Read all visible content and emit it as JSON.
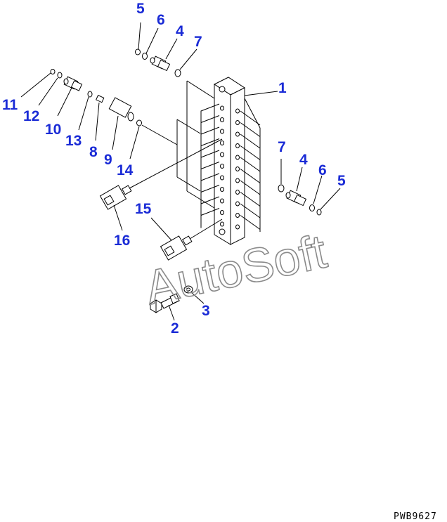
{
  "callouts": {
    "c1": "1",
    "c2": "2",
    "c3": "3",
    "c4a": "4",
    "c4b": "4",
    "c5a": "5",
    "c5b": "5",
    "c6a": "6",
    "c6b": "6",
    "c7a": "7",
    "c7b": "7",
    "c8": "8",
    "c9": "9",
    "c10": "10",
    "c11": "11",
    "c12": "12",
    "c13": "13",
    "c14": "14",
    "c15": "15",
    "c16": "16"
  },
  "watermark": "AutoSoft",
  "drawing_code": "PWB9627",
  "colors": {
    "callout": "#1a2bd6",
    "line": "#000000",
    "watermark": "#8a8a8a"
  }
}
